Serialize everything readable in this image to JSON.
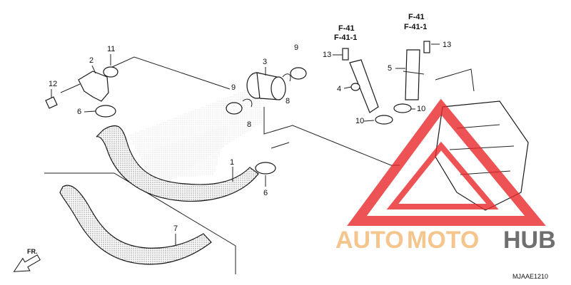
{
  "diagram": {
    "drawing_code": "MJAAE1210",
    "front_label": "FR.",
    "references": {
      "left": [
        "F-41",
        "F-41-1"
      ],
      "right": [
        "F-41",
        "F-41-1"
      ]
    },
    "callouts": {
      "p1": "1",
      "p2": "2",
      "p3": "3",
      "p4": "4",
      "p5": "5",
      "p6a": "6",
      "p6b": "6",
      "p7": "7",
      "p8a": "8",
      "p8b": "8",
      "p9a": "9",
      "p9b": "9",
      "p10a": "10",
      "p10b": "10",
      "p11": "11",
      "p12": "12",
      "p13a": "13",
      "p13b": "13"
    },
    "watermark": {
      "part1": "AUTO",
      "part2": "MOTO",
      "part3": "HUB",
      "colors": {
        "logo_red": "#e8282b",
        "auto": "#f4c58d",
        "hub": "#6f6f6f"
      }
    }
  }
}
